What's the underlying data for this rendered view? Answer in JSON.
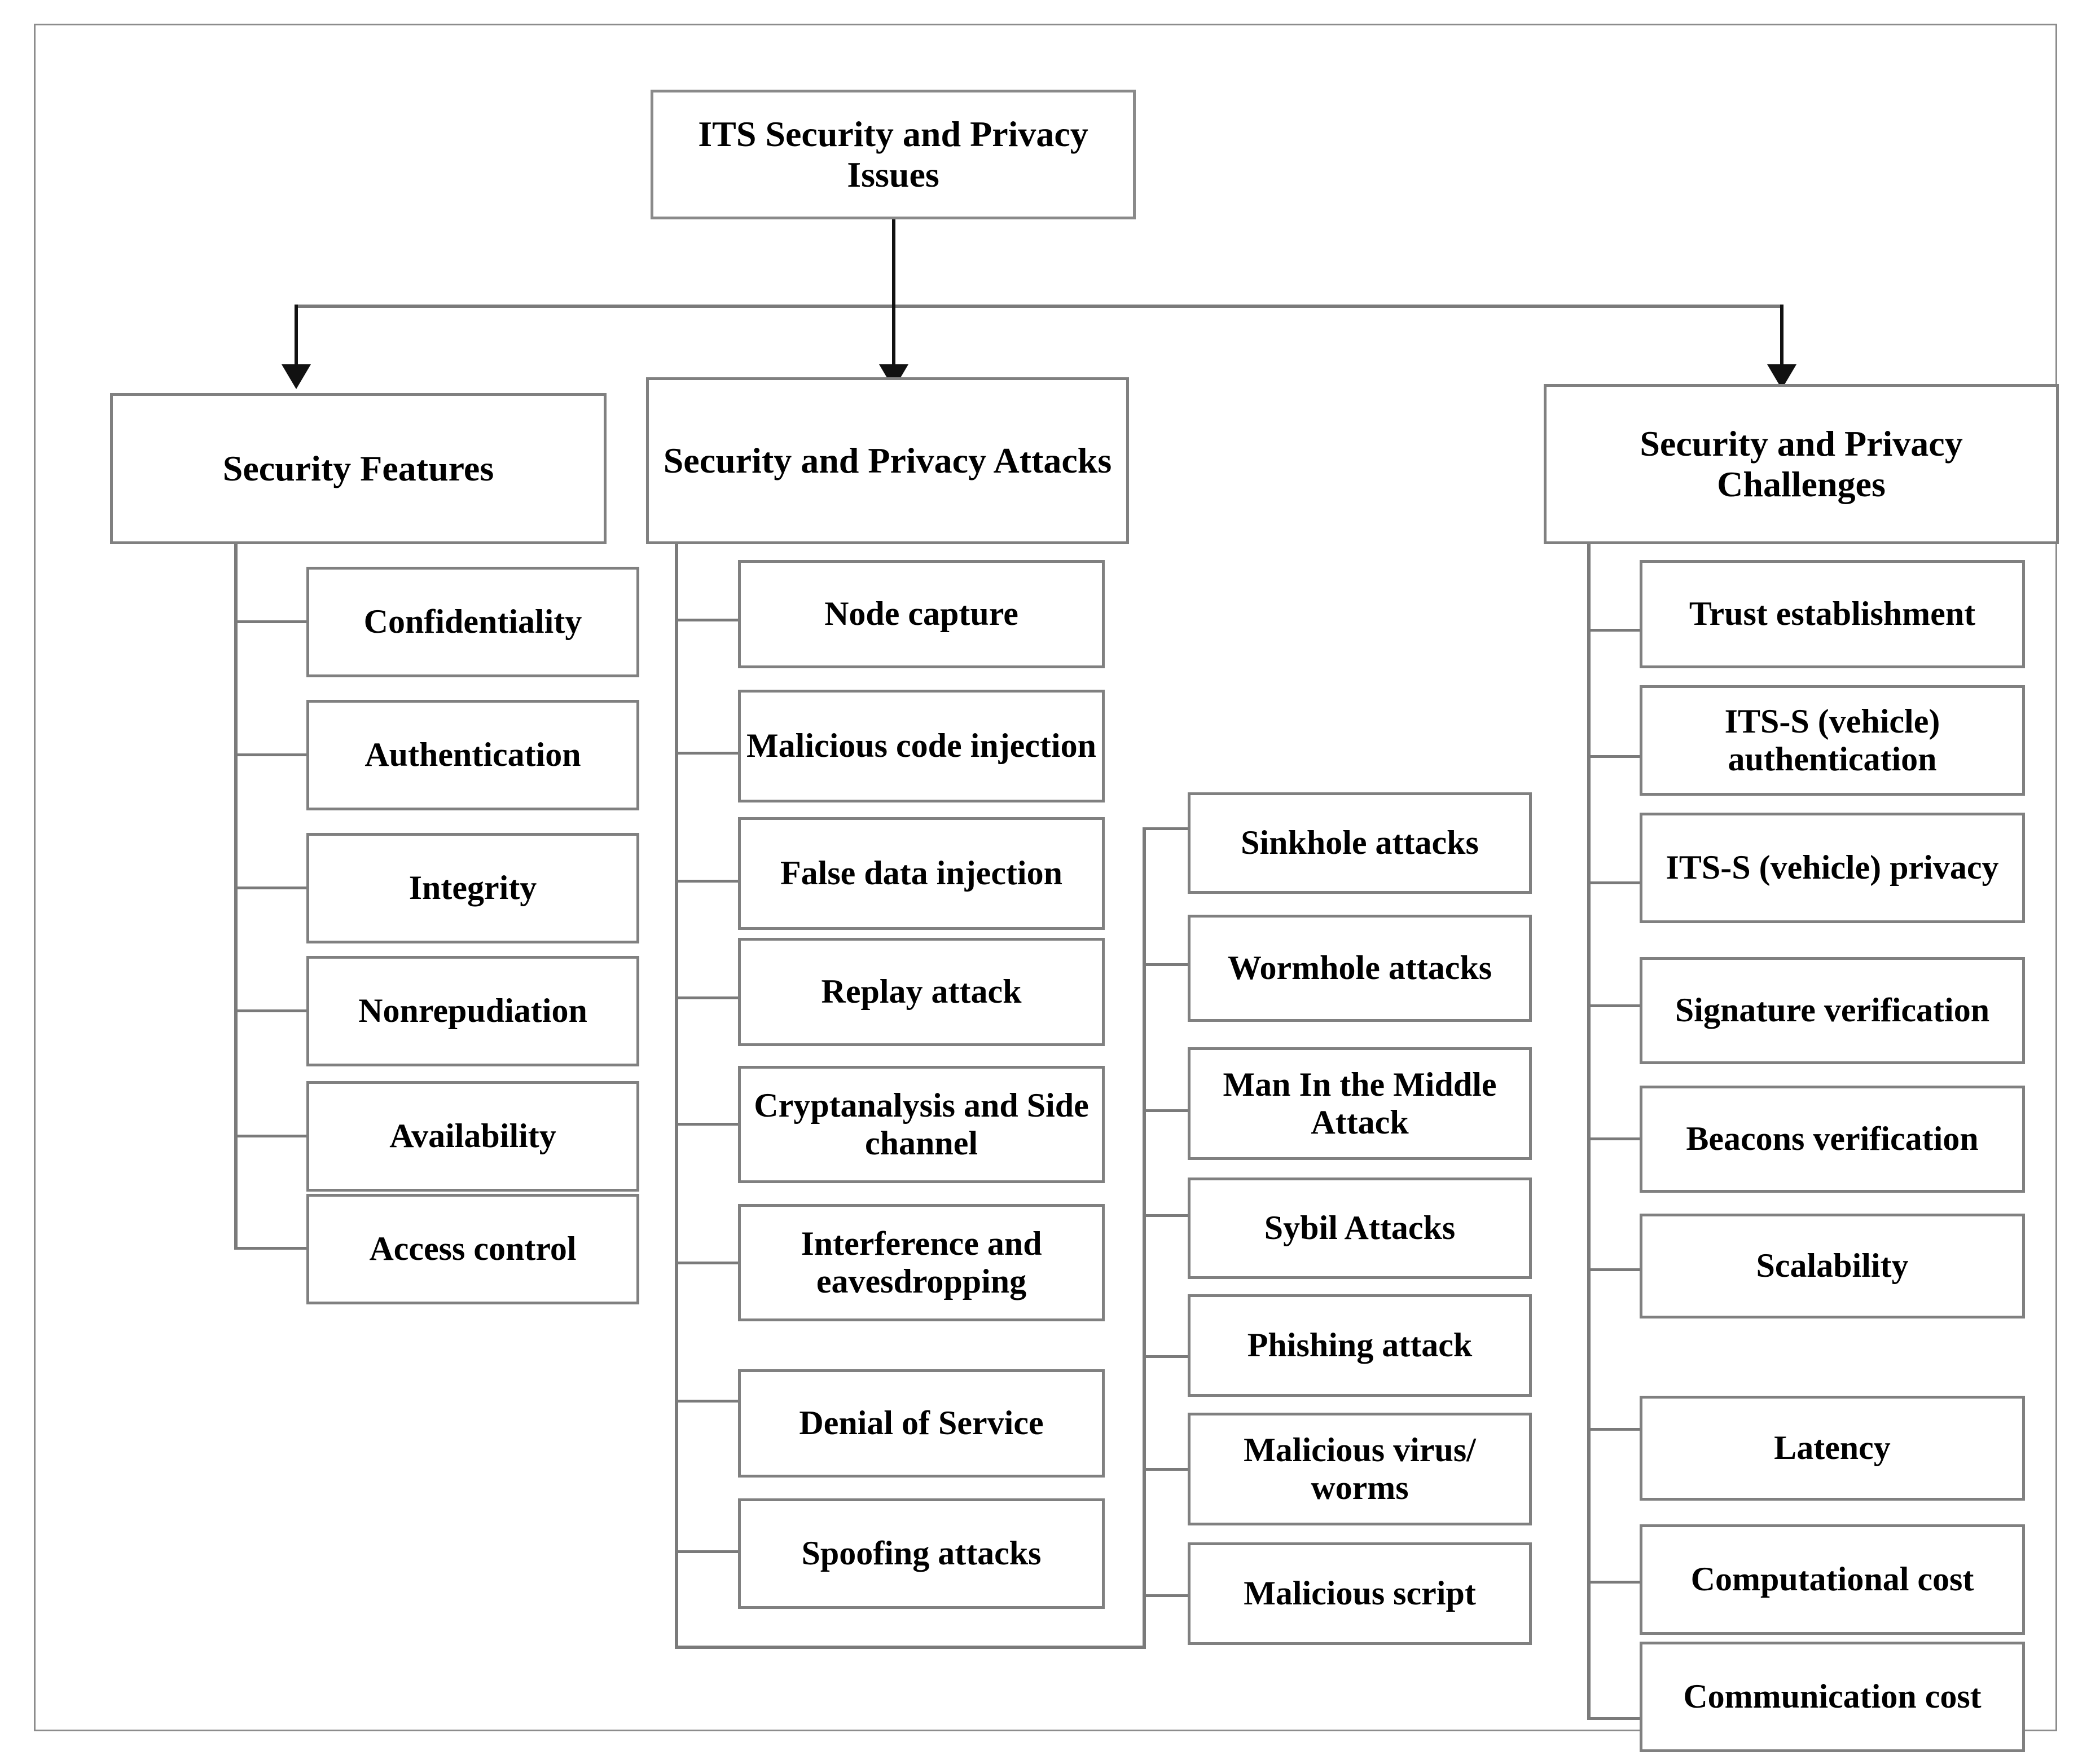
{
  "diagram": {
    "title": "ITS Security and Privacy Issues",
    "root": {
      "label": "ITS Security and Privacy Issues"
    },
    "categories": [
      {
        "id": "security-features",
        "label": "Security Features"
      },
      {
        "id": "security-privacy-attacks",
        "label": "Security and Privacy Attacks"
      },
      {
        "id": "security-privacy-challenges",
        "label": "Security and Privacy Challenges"
      }
    ],
    "security_features": [
      "Confidentiality",
      "Authentication",
      "Integrity",
      "Nonrepudiation",
      "Availability",
      "Access control"
    ],
    "security_privacy_attacks_col1": [
      "Node capture",
      "Malicious code injection",
      "False data injection",
      "Replay attack",
      "Cryptanalysis and Side channel",
      "Interference and eavesdropping",
      "Denial of Service",
      "Spoofing attacks"
    ],
    "security_privacy_attacks_col2": [
      "Sinkhole attacks",
      "Wormhole attacks",
      "Man In the Middle Attack",
      "Sybil Attacks",
      "Phishing attack",
      "Malicious virus/ worms",
      "Malicious script"
    ],
    "security_privacy_challenges": [
      "Trust establishment",
      "ITS-S (vehicle) authentication",
      "ITS-S (vehicle) privacy",
      "Signature verification",
      "Beacons verification",
      "Scalability",
      "Latency",
      "Computational cost",
      "Communication cost"
    ],
    "colors": {
      "box_border": "#808080",
      "connector": "#7a7a7a",
      "arrow": "#111111",
      "text": "#000000",
      "background": "#ffffff"
    }
  }
}
